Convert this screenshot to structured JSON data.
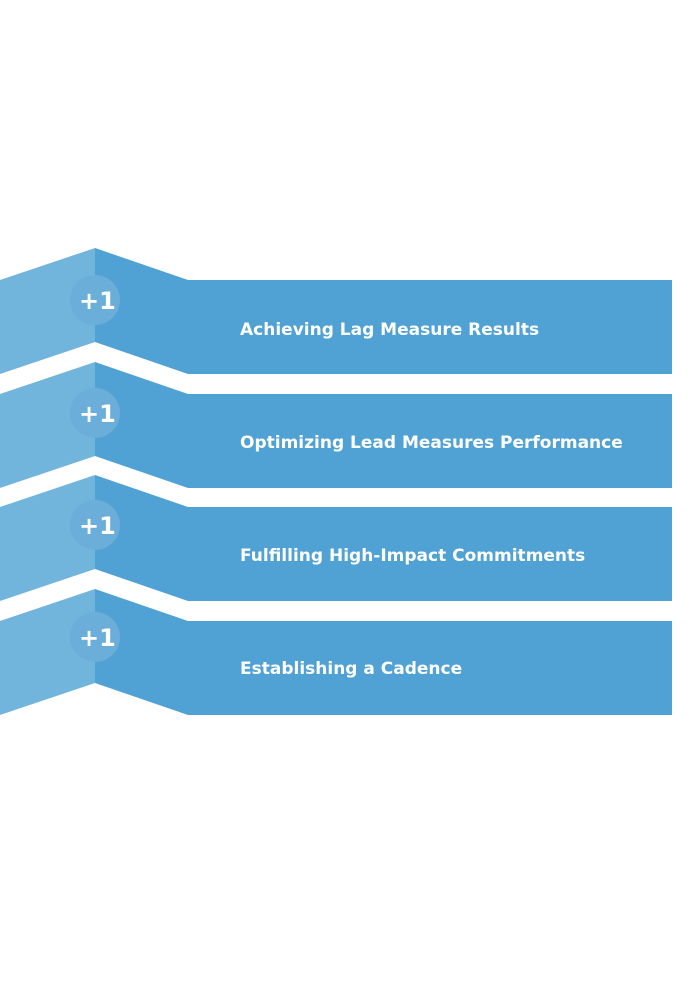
{
  "colors": {
    "background": "#ffffff",
    "banner_main": "#4fa2d3",
    "banner_fold": "#72b5dc",
    "badge_circle": "#6aaed9",
    "text": "#ffffff"
  },
  "steps": [
    {
      "badge": "+1",
      "label": "Achieving Lag Measure Results"
    },
    {
      "badge": "+1",
      "label": "Optimizing Lead Measures Performance"
    },
    {
      "badge": "+1",
      "label": "Fulfilling High-Impact Commitments"
    },
    {
      "badge": "+1",
      "label": "Establishing a Cadence"
    }
  ]
}
